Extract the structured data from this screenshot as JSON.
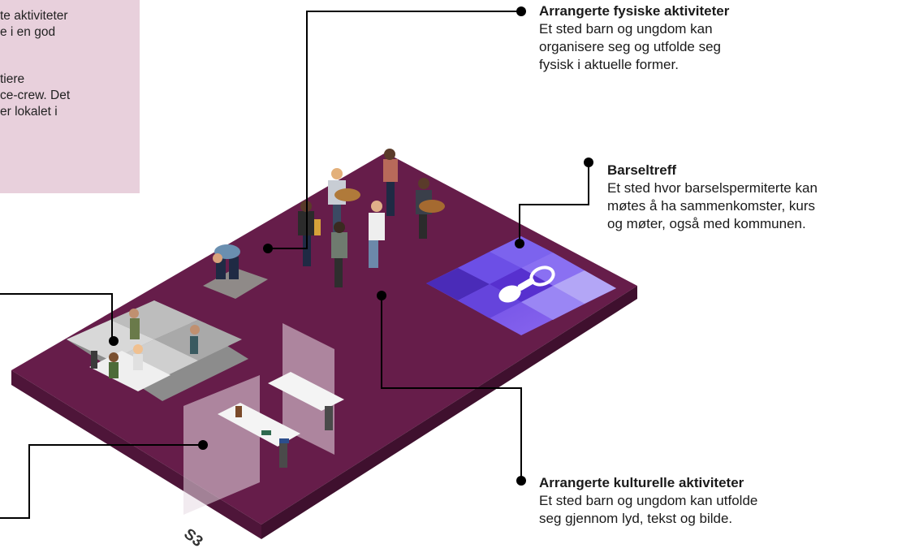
{
  "infobox": {
    "lines": [
      "te aktiviteter",
      "e i en god",
      "",
      "tiere",
      "ce-crew. Det",
      "er lokalet i"
    ]
  },
  "labels": {
    "fysiske": {
      "title": "Arrangerte fysiske aktiviteter",
      "desc": [
        "Et sted barn og ungdom kan",
        "organisere seg og utfolde seg",
        "fysisk i aktuelle former."
      ]
    },
    "barsel": {
      "title": "Barseltreff",
      "desc": [
        "Et sted hvor barselspermiterte kan",
        "møtes å ha sammenkomster, kurs",
        "og møter, også med kommunen."
      ]
    },
    "kulturelle": {
      "title": "Arrangerte kulturelle aktiviteter",
      "desc": [
        "Et sted barn og ungdom kan utfolde",
        "seg gjennom lyd, tekst og bilde."
      ]
    }
  },
  "floor_code": "S3",
  "colors": {
    "floor_top": "#661d4a",
    "floor_side": "#4c1436",
    "infobox_bg": "#e8d0dc",
    "barsel_tile_dark": "#5a2fd0",
    "barsel_tile_light": "#8a73f0"
  },
  "icons": [
    "pacifier-icon"
  ]
}
